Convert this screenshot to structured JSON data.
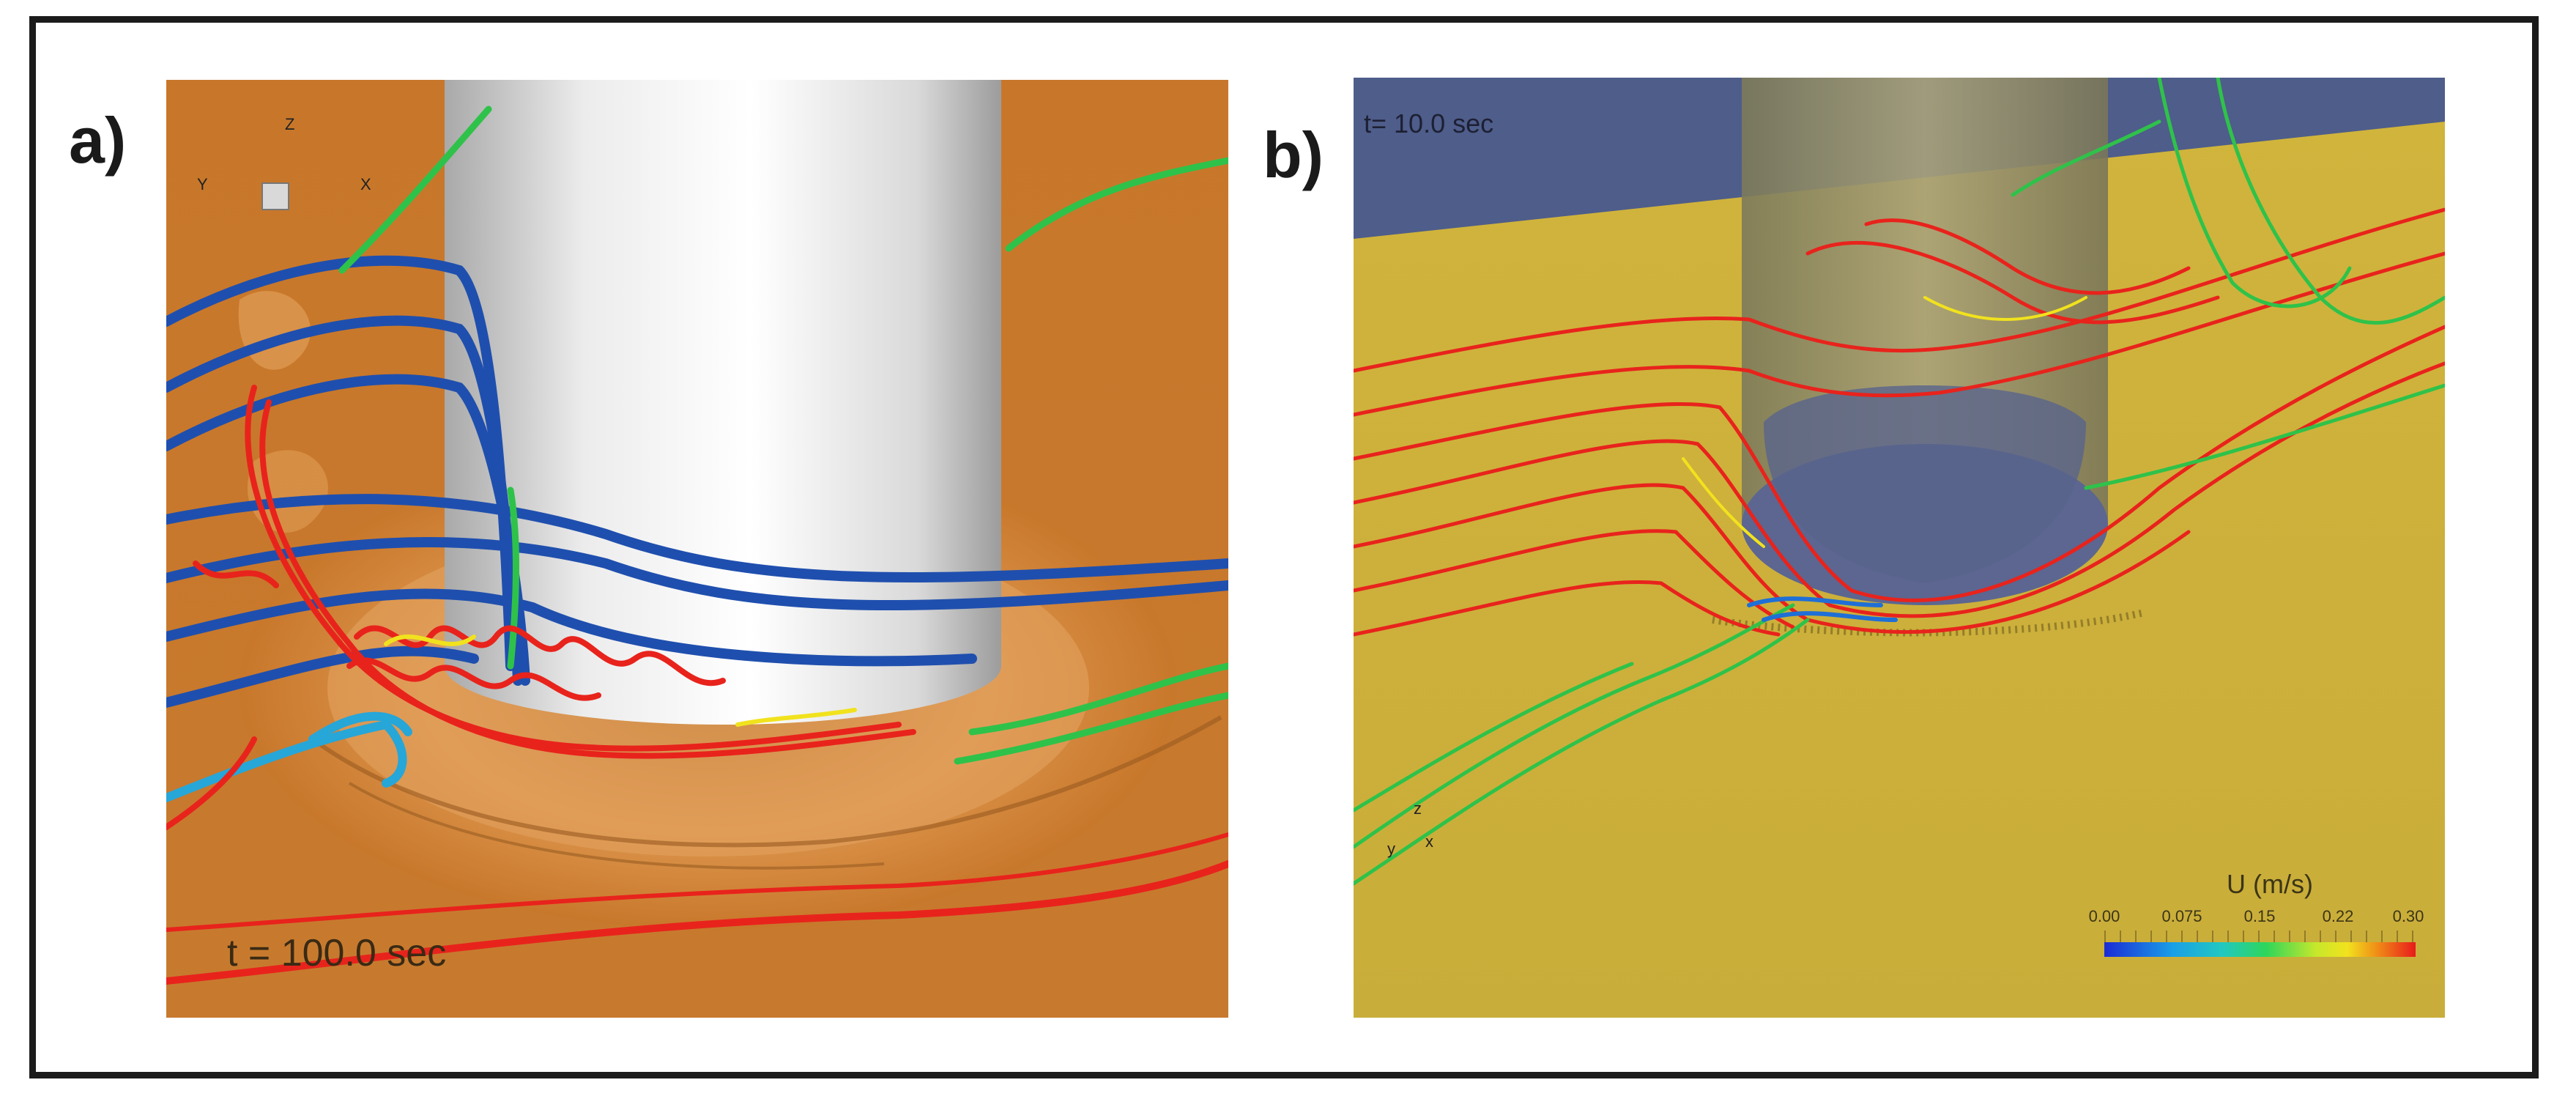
{
  "panels": {
    "a": {
      "label": "a)",
      "time": "t = 100.0 sec",
      "axes": {
        "z": "Z",
        "y": "Y",
        "x": "X"
      }
    },
    "b": {
      "label": "b)",
      "time": "t= 10.0 sec",
      "axes": {
        "z": "z",
        "y": "y",
        "x": "x"
      },
      "colorbar": {
        "title": "U (m/s)",
        "ticks": [
          "0.00",
          "0.075",
          "0.15",
          "0.22",
          "0.30"
        ]
      }
    }
  },
  "colors": {
    "sand_a": "#c97a2a",
    "sand_b": "#cfb23a",
    "water_b": "#4e5d8a",
    "cylinder": "#e6e6e6",
    "streak_blue": "#1d4fb0",
    "streak_red": "#e8231c",
    "streak_green": "#2fc24a"
  }
}
